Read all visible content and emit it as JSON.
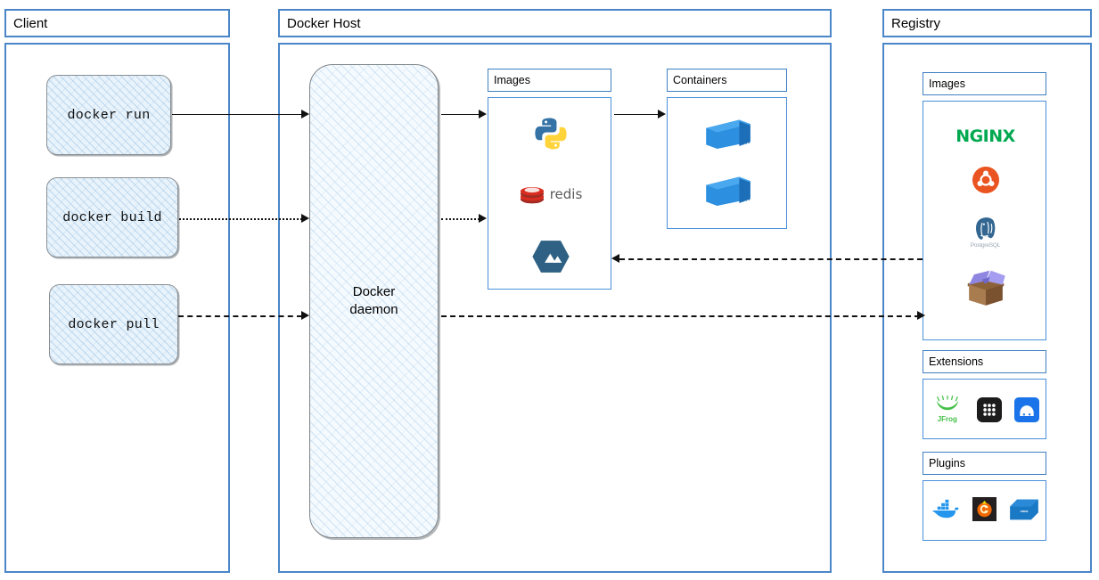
{
  "panels": {
    "client": {
      "title": "Client"
    },
    "docker_host": {
      "title": "Docker Host"
    },
    "registry": {
      "title": "Registry"
    }
  },
  "client": {
    "commands": [
      {
        "label": "docker run",
        "icon": "command-node-icon",
        "line_style": "solid"
      },
      {
        "label": "docker build",
        "icon": "command-node-icon",
        "line_style": "dotted"
      },
      {
        "label": "docker pull",
        "icon": "command-node-icon",
        "line_style": "dashed"
      }
    ]
  },
  "docker_host": {
    "daemon": {
      "line1": "Docker",
      "line2": "daemon"
    },
    "images": {
      "title": "Images",
      "items": [
        {
          "name": "python-logo-icon",
          "label": ""
        },
        {
          "name": "redis-logo-icon",
          "label": "redis"
        },
        {
          "name": "alpine-logo-icon",
          "label": ""
        }
      ]
    },
    "containers": {
      "title": "Containers",
      "items": [
        {
          "name": "shipping-container-icon"
        },
        {
          "name": "shipping-container-icon"
        }
      ]
    }
  },
  "registry": {
    "images": {
      "title": "Images",
      "items": [
        {
          "name": "nginx-logo-icon",
          "label": "NGINX"
        },
        {
          "name": "ubuntu-logo-icon",
          "label": ""
        },
        {
          "name": "postgresql-logo-icon",
          "label": "PostgreSQL"
        },
        {
          "name": "open-box-icon",
          "label": ""
        }
      ]
    },
    "extensions": {
      "title": "Extensions",
      "items": [
        {
          "name": "jfrog-logo-icon",
          "label": "JFrog"
        },
        {
          "name": "app-grid-icon",
          "label": ""
        },
        {
          "name": "blue-badge-icon",
          "label": ""
        }
      ]
    },
    "plugins": {
      "title": "Plugins",
      "items": [
        {
          "name": "docker-whale-icon",
          "label": ""
        },
        {
          "name": "grafana-logo-icon",
          "label": ""
        },
        {
          "name": "vmware-logo-icon",
          "label": "vmw"
        }
      ]
    }
  },
  "colors": {
    "panel_border": "#4a86c8",
    "sub_border": "#4a90d9",
    "node_fill": "#e8f3fb",
    "connector": "#111111",
    "nginx_green": "#00a94f",
    "ubuntu_orange": "#e95420",
    "redis_red": "#d82c20",
    "python_blue": "#3572a5",
    "python_yellow": "#ffd43b",
    "alpine_blue": "#2e6183",
    "container_blue": "#2c8fe0",
    "postgres_blue": "#336791",
    "jfrog_green": "#43c047",
    "grafana_orange": "#f46800",
    "vmware_blue": "#1a79c4"
  }
}
